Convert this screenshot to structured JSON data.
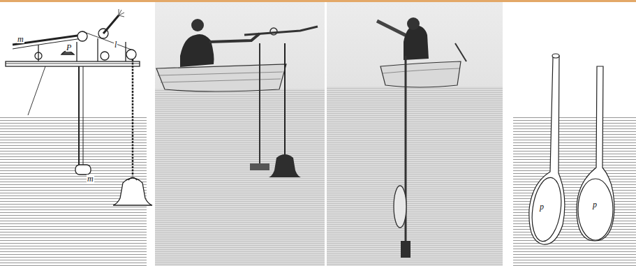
{
  "diagram": {
    "labels": [
      "m",
      "P",
      "l",
      "m",
      "p",
      "p"
    ]
  }
}
